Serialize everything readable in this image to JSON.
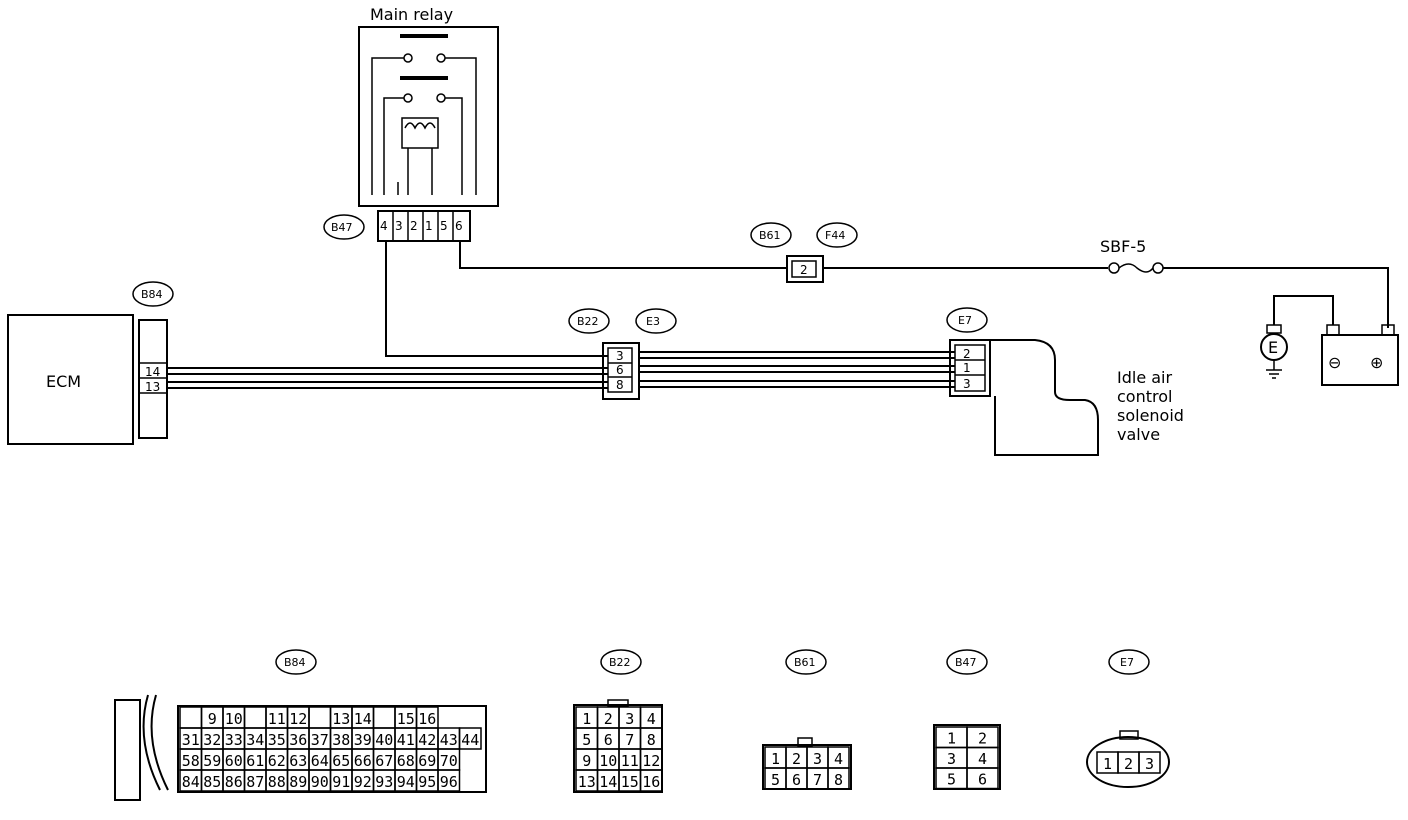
{
  "labels": {
    "main_relay": "Main relay",
    "ecm": "ECM",
    "fuse": "SBF-5",
    "iac_line1": "Idle air",
    "iac_line2": "control",
    "iac_line3": "solenoid",
    "iac_line4": "valve",
    "ground": "E",
    "batt_neg": "⊖",
    "batt_pos": "⊕"
  },
  "connector_tags": {
    "b47": "B47",
    "b61": "B61",
    "f44": "F44",
    "b84": "B84",
    "b22": "B22",
    "e3": "E3",
    "e7": "E7"
  },
  "relay_pins": [
    "4",
    "3",
    "2",
    "1",
    "5",
    "6"
  ],
  "f44_pin": "2",
  "ecm_pins": [
    "14",
    "13"
  ],
  "e3_pins": [
    "3",
    "6",
    "8"
  ],
  "e7_pins": [
    "2",
    "1",
    "3"
  ],
  "legend": {
    "b84": {
      "tag": "B84",
      "row1": [
        "",
        "9",
        "10",
        "",
        "11",
        "12",
        "",
        "13",
        "14",
        "",
        "15",
        "16"
      ],
      "row2": [
        "31",
        "32",
        "33",
        "34",
        "35",
        "36",
        "37",
        "38",
        "39",
        "40",
        "41",
        "42",
        "43",
        "44"
      ],
      "row3": [
        "58",
        "59",
        "60",
        "61",
        "62",
        "63",
        "64",
        "65",
        "66",
        "67",
        "68",
        "69",
        "70"
      ],
      "row4": [
        "84",
        "85",
        "86",
        "87",
        "88",
        "89",
        "90",
        "91",
        "92",
        "93",
        "94",
        "95",
        "96"
      ]
    },
    "b22": {
      "tag": "B22",
      "rows": [
        [
          "1",
          "2",
          "3",
          "4"
        ],
        [
          "5",
          "6",
          "7",
          "8"
        ],
        [
          "9",
          "10",
          "11",
          "12"
        ],
        [
          "13",
          "14",
          "15",
          "16"
        ]
      ]
    },
    "b61": {
      "tag": "B61",
      "rows": [
        [
          "1",
          "2",
          "3",
          "4"
        ],
        [
          "5",
          "6",
          "7",
          "8"
        ]
      ]
    },
    "b47": {
      "tag": "B47",
      "rows": [
        [
          "1",
          "2"
        ],
        [
          "3",
          "4"
        ],
        [
          "5",
          "6"
        ]
      ]
    },
    "e7": {
      "tag": "E7",
      "rows": [
        [
          "1",
          "2",
          "3"
        ]
      ]
    }
  }
}
